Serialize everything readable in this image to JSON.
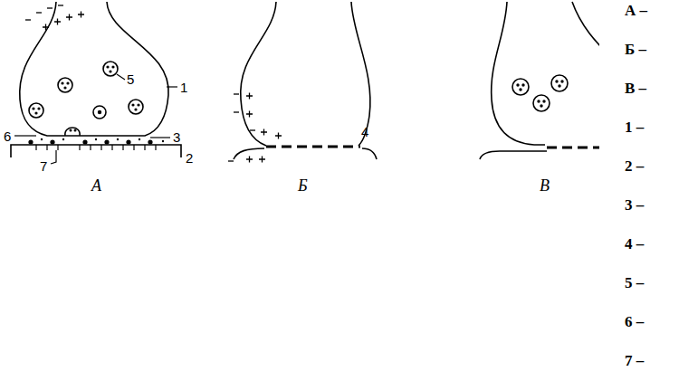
{
  "diagram": {
    "labels": [
      "5",
      "1",
      "6",
      "3",
      "7",
      "2",
      "А",
      "4",
      "Б",
      "В",
      "А –",
      "Б –",
      "В –",
      "1 –",
      "2 –",
      "3 –",
      "4 –",
      "5 –",
      "6 –",
      "7 –"
    ]
  }
}
